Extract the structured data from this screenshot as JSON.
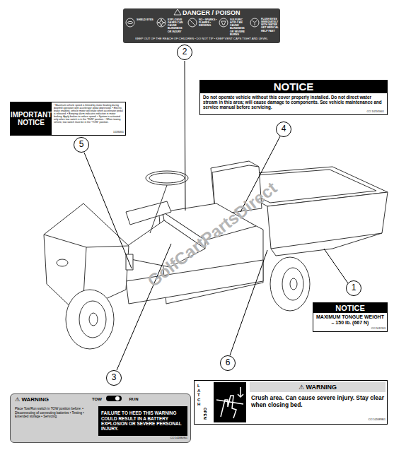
{
  "diagram": {
    "nodes": [
      {
        "text": [
          "DANGER / POISON",
          "SHIELD EYES",
          "EXPLOSIVE GASES CAN CAUSE BLINDNESS OR INJURY",
          "NO • SPARKS • FLAMES • SMOKING",
          "SULFURIC ACID CAN CAUSE BLINDNESS OR SEVERE BURNS",
          "FLUSH EYES IMMEDIATELY WITH WATER GET MEDICAL HELP FAST",
          "KEEP OUT OF THE REACH OF CHILDREN • DO NOT TIP • KEEP VENT CAPS TIGHT AND LEVEL"
        ]
      },
      {
        "text": [
          "2"
        ]
      },
      {
        "text": [
          "NOTICE",
          "Do not operate vehicle without this cover properly installed. Do not direct water stream in this area; will cause damage to components. See vehicle maintenance and service manual before servicing.",
          "CCI 102165601"
        ]
      },
      {
        "text": [
          "IMPORTANT NOTICE",
          "• Maximum vehicle speed is limited by motor braking during downhill operation with accelerator pedal depressed. • Electric brake enabled, vehicle motor will brake when accelerator pedal is released. • Beeping alarm indicates reduction in motor braking. Apply brakes to reduce speed. • System is activated only when tow switch is in the \"RUN\" position. • When towing vehicle, tow switch must be in the \"TOW\" position.",
          "101880801"
        ]
      },
      {
        "text": [
          "4"
        ]
      },
      {
        "text": [
          "5"
        ]
      },
      {
        "text": [
          "1"
        ]
      },
      {
        "text": [
          "NOTICE",
          "MAXIMUM TONGUE WEIGHT – 150 lb. (667 N)",
          "CCI 1011553"
        ]
      },
      {
        "text": [
          "6"
        ]
      },
      {
        "text": [
          "3"
        ]
      },
      {
        "text": [
          "LATCH",
          "OPEN",
          "⚠ WARNING",
          "Crush area. Can cause severe injury. Stay clear when closing bed.",
          "CCI 102089801"
        ]
      },
      {
        "text": [
          "⚠ WARNING",
          "TOW",
          "RUN",
          "Place Tow/Run switch in TOW position before: • Disconnecting of connecting batteries • Testing • Extended storage • Servicing",
          "FAILURE TO HEED THIS WARNING COULD RESULT IN A BATTERY EXPLOSION OR SEVERE PERSONAL INJURY.",
          "CCI 101880901"
        ]
      }
    ],
    "labels": [
      "GolfCartPartsDirect"
    ]
  }
}
